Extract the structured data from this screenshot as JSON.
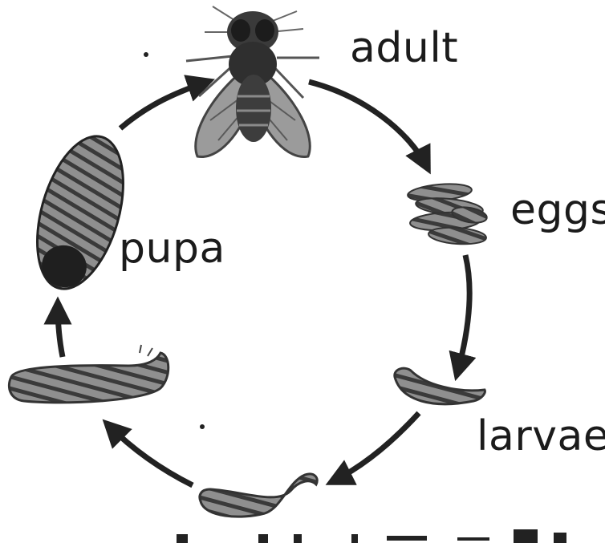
{
  "diagram": {
    "stages": [
      {
        "id": "adult",
        "label": "adult"
      },
      {
        "id": "eggs",
        "label": "eggs"
      },
      {
        "id": "larvae",
        "label": "larvae"
      },
      {
        "id": "pupa",
        "label": "pupa"
      }
    ]
  }
}
